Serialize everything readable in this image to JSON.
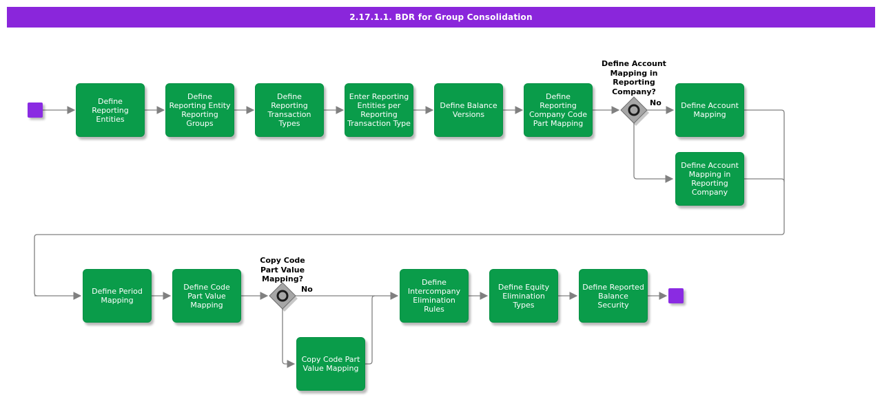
{
  "title": "2.17.1.1. BDR for Group Consolidation",
  "colors": {
    "title_bar": "#8A26DB",
    "activity_green": "#0A9C4A",
    "start_end_purple": "#8A2BE2",
    "connector_gray": "#808080",
    "decision_gray": "#A6A6A6"
  },
  "nodes": {
    "define_reporting_entities": {
      "label": "Define Reporting Entities"
    },
    "define_reporting_entity_reporting_groups": {
      "label": "Define Reporting Entity Reporting Groups"
    },
    "define_reporting_transaction_types": {
      "label": "Define Reporting Transaction Types"
    },
    "enter_reporting_entities_per_reporting_transaction_type": {
      "label": "Enter Reporting Entities per Reporting Transaction Type"
    },
    "define_balance_versions": {
      "label": "Define Balance Versions"
    },
    "define_reporting_company_code_part_mapping": {
      "label": "Define Reporting Company Code Part Mapping"
    },
    "define_account_mapping": {
      "label": "Define Account Mapping"
    },
    "define_account_mapping_in_reporting_company": {
      "label": "Define Account Mapping in Reporting Company"
    },
    "define_period_mapping": {
      "label": "Define Period Mapping"
    },
    "define_code_part_value_mapping": {
      "label": "Define Code Part Value Mapping"
    },
    "copy_code_part_value_mapping": {
      "label": "Copy Code Part Value Mapping"
    },
    "define_intercompany_elimination_rules": {
      "label": "Define Intercompany Elimination Rules"
    },
    "define_equity_elimination_types": {
      "label": "Define Equity Elimination Types"
    },
    "define_reported_balance_security": {
      "label": "Define Reported Balance Security"
    }
  },
  "decisions": {
    "account_mapping": {
      "question": "Define Account Mapping in Reporting Company?",
      "branch_label": "No"
    },
    "copy_code_part": {
      "question": "Copy Code Part Value Mapping?",
      "branch_label": "No"
    }
  }
}
